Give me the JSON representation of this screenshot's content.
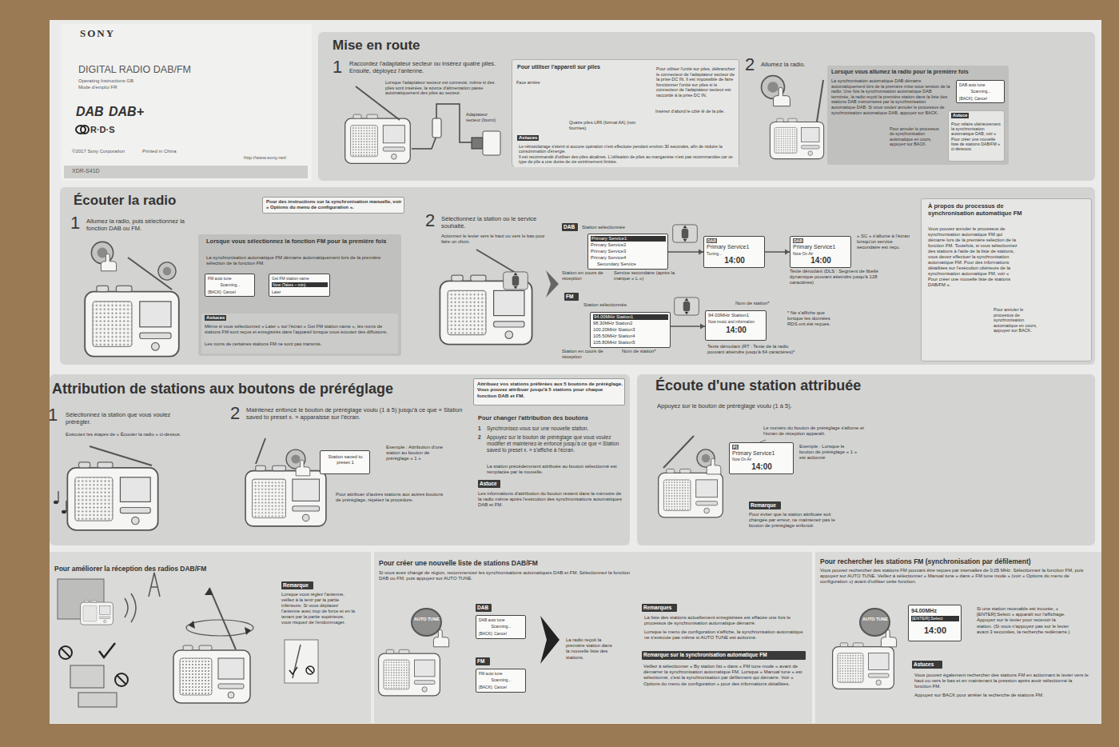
{
  "diagram": {
    "title": "DIGITAL RADIO DAB/FM",
    "nodes": [
      {
        "text": [
          "XDR-S41D"
        ]
      },
      {
        "text": [
          "Mise en route"
        ]
      },
      {
        "text": [
          "Pour utiliser l'appareil sur piles",
          "Pour utiliser l'unité sur piles, débranchez le connecteur de l'adaptateur secteur de la prise DC IN. Il est impossible de faire fonctionner l'unité sur piles si le connecteur de l'adaptateur secteur est raccordé à la prise DC IN."
        ],
        "in": 1
      },
      {
        "text": [
          "Astuces",
          "Le rétroéclairage s'éteint si aucune opération n'est effectuée pendant environ 30 secondes, afin de réduire la consommation d'énergie.",
          "Il est recommandé d'utiliser des piles alcalines. L'utilisation de piles au manganèse n'est pas recommandée car ce type de pile a une durée de vie extrêmement limitée."
        ],
        "in": 2
      },
      {
        "text": [
          "Lorsque vous allumez la radio pour la première fois",
          "La synchronisation automatique DAB démarre automatiquement lors de la première mise sous tension de la radio. Une fois la synchronisation automatique DAB terminée, la radio reçoit la première station dans la liste des stations DAB mémorisées par la synchronisation automatique DAB. Si vous voulez annuler le processus de synchronisation automatique DAB, appuyez sur BACK."
        ],
        "in": 1
      },
      {
        "text": [
          "DAB auto tune",
          "Scanning...",
          "[BACK]: Cancel"
        ],
        "in": 4
      },
      {
        "text": [
          "Astuce",
          "Pour refaire ultérieurement la synchronisation automatique DAB, voir « Pour créer une nouvelle liste de stations DAB/FM » ci-dessous."
        ],
        "in": 4
      },
      {
        "text": [
          "Écouter la radio"
        ]
      },
      {
        "text": [
          "Pour des instructions sur la synchronisation manuelle, voir « Options du menu de configuration »."
        ],
        "in": 7
      },
      {
        "text": [
          "Lorsque vous sélectionnez la fonction FM pour la première fois",
          "La synchronisation automatique FM démarre automatiquement lors de la première sélection de la fonction FM."
        ],
        "in": 7
      },
      {
        "text": [
          "FM auto tune",
          "Scanning...",
          "[BACK]: Cancel"
        ],
        "in": 9
      },
      {
        "text": [
          "Get FM station name",
          "Now (Takes ~ min)",
          "Later"
        ],
        "in": 9
      },
      {
        "text": [
          "Astuces",
          "Même si vous sélectionnez « Later » sur l'écran « Get FM station name », les noms de stations FM sont reçus et enregistrés dans l'appareil lorsque vous écoutez des diffusions.",
          "Les noms de certaines stations FM ne sont pas transmis."
        ],
        "in": 9
      },
      {
        "text": [
          "DAB"
        ],
        "in": 7
      },
      {
        "text": [
          "Primary Service1",
          "Primary Service2",
          "Primary Service3",
          "Primary Service4",
          "Secondary Service"
        ],
        "in": 7
      },
      {
        "text": [
          "DAB",
          "Primary Service1",
          "Tuning...",
          "14:00"
        ],
        "in": 7
      },
      {
        "text": [
          "DAB",
          "Primary Service1",
          "Now On Air",
          "14:00"
        ],
        "in": 7
      },
      {
        "text": [
          "FM"
        ],
        "in": 7
      },
      {
        "text": [
          "94.00MHz Station1",
          "98.30MHz Station2",
          "100.20MHz Station3",
          "105.50MHz Station4",
          "105.80MHz Station5"
        ],
        "in": 7
      },
      {
        "text": [
          "94.00MHz Station1",
          "Now music and information",
          "14:00"
        ],
        "in": 7
      },
      {
        "text": [
          "À propos du processus de synchronisation automatique FM",
          "Vous pouvez annuler le processus de synchronisation automatique FM qui démarre lors de la première sélection de la fonction FM. Toutefois, si vous sélectionnez des stations à l'aide de la liste de stations, vous devez effectuer la synchronisation automatique FM. Pour des informations détaillées sur l'exécution ultérieure de la synchronisation automatique FM, voir « Pour créer une nouvelle liste de stations DAB/FM »."
        ],
        "in": 7
      },
      {
        "text": [
          "Attribution de stations aux boutons de préréglage"
        ]
      },
      {
        "text": [
          "Attribuez vos stations préférées aux 5 boutons de préréglage. Vous pouvez attribuer jusqu'à 5 stations pour chaque fonction DAB et FM."
        ],
        "in": 21
      },
      {
        "text": [
          "Station saved to preset 1"
        ],
        "in": 21
      },
      {
        "text": [
          "Astuce"
        ],
        "in": 21
      },
      {
        "text": [
          "Écoute d'une station attribuée"
        ]
      },
      {
        "text": [
          "P1",
          "Primary Service1",
          "Now On Air",
          "14:00"
        ],
        "in": 25
      },
      {
        "text": [
          "Remarque"
        ],
        "in": 25
      },
      {
        "text": [
          "Pour améliorer la réception des radios DAB/FM"
        ]
      },
      {
        "text": [
          "Remarque"
        ],
        "in": 28
      },
      {
        "text": [
          "Pour créer une nouvelle liste de stations DAB/FM"
        ]
      },
      {
        "text": [
          "AUTO TUNE"
        ],
        "in": 30
      },
      {
        "text": [
          "DAB"
        ],
        "in": 30
      },
      {
        "text": [
          "DAB auto tune",
          "Scanning...",
          "[BACK]: Cancel"
        ],
        "in": 30
      },
      {
        "text": [
          "FM"
        ],
        "in": 30
      },
      {
        "text": [
          "FM auto tune",
          "Scanning...",
          "[BACK]: Cancel"
        ],
        "in": 30
      },
      {
        "text": [
          "Remarques"
        ],
        "in": 30
      },
      {
        "text": [
          "Remarque sur la synchronisation automatique FM"
        ],
        "in": 30
      },
      {
        "text": [
          "Pour rechercher les stations FM (synchronisation par défilement)"
        ]
      },
      {
        "text": [
          "AUTO TUNE"
        ],
        "in": 38
      },
      {
        "text": [
          "94.00MHz",
          "[ENTER]:Select",
          "14:00"
        ],
        "in": 38
      },
      {
        "text": [
          "Astuces"
        ],
        "in": 38
      }
    ],
    "edges": [
      {
        "from": 14,
        "to": 15,
        "arrow": "to"
      },
      {
        "from": 15,
        "to": 16,
        "arrow": "to"
      },
      {
        "from": 18,
        "to": 19,
        "arrow": "to"
      }
    ],
    "labels": [
      "SONY",
      "Operating Instructions GB",
      "Mode d'emploi FR",
      "DAB",
      "DAB+",
      "R·D·S",
      "©2017 Sony Corporation",
      "Printed in China",
      "http://www.sony.net/",
      "1",
      "Raccordez l'adaptateur secteur ou insérez quatre piles. Ensuite, déployez l'antenne.",
      "Lorsque l'adaptateur secteur est connecté, même si des piles sont insérées, la source d'alimentation passe automatiquement des piles au secteur.",
      "Adaptateur secteur (fourni)",
      "Face arrière",
      "Quatre piles LR6 (format AA) (non fournies)",
      "Insérez d'abord le côté ⊖ de la pile.",
      "2",
      "Allumez la radio.",
      "Pour annuler le processus de synchronisation automatique en cours, appuyez sur BACK.",
      "1",
      "Allumez la radio, puis sélectionnez la fonction DAB ou FM.",
      "2",
      "Sélectionnez la station ou le service souhaité.",
      "Actionnez le levier vers le haut ou vers le bas pour faire un choix.",
      "Station sélectionnée",
      "Station en cours de réception",
      "Service secondaire (après la marque « L »)",
      "« SC » s'allume à l'écran lorsqu'un service secondaire est reçu.",
      "Texte déroulant (DLS : Segment de libellé dynamique pouvant atteindre jusqu'à 128 caractères)",
      "Station sélectionnée",
      "Station en cours de réception",
      "Nom de station*",
      "Nom de station*",
      "Texte déroulant (RT : Texte de la radio pouvant atteindre jusqu'à 64 caractères)*",
      "* Ne s'affiche que lorsque les données RDS ont été reçues.",
      "Pour annuler le processus de synchronisation automatique en cours, appuyez sur BACK.",
      "1",
      "Sélectionnez la station que vous voulez prérégler.",
      "Exécutez les étapes de « Écouter la radio » ci-dessus.",
      "2",
      "Maintenez enfoncé le bouton de préréglage voulu (1 à 5) jusqu'à ce que « Station saved to preset x. » apparaisse sur l'écran.",
      "Exemple : Attribution d'une station au bouton de préréglage « 1 »",
      "Pour attribuer d'autres stations aux autres boutons de préréglage, répétez la procédure.",
      "Pour changer l'attribution des boutons",
      "1",
      "Synchronisez-vous sur une nouvelle station.",
      "2",
      "Appuyez sur le bouton de préréglage que vous voulez modifier et maintenez-le enfoncé jusqu'à ce que « Station saved to preset x. » s'affiche à l'écran.",
      "La station précédemment attribuée au bouton sélectionné est remplacée par la nouvelle.",
      "Les informations d'attribution du bouton restent dans la mémoire de la radio même après l'exécution des synchronisations automatiques DAB et FM.",
      "Appuyez sur le bouton de préréglage voulu (1 à 5).",
      "Le numéro du bouton de préréglage s'allume et l'écran de réception apparaît.",
      "Exemple : Lorsque le bouton de préréglage « 1 » est actionné",
      "Pour éviter que la station attribuée soit changée par erreur, ne maintenez pas le bouton de préréglage enfoncé.",
      "Lorsque vous réglez l'antenne, veillez à la tenir par la partie inférieure. Si vous déplacez l'antenne avec trop de force et en la tenant par la partie supérieure, vous risquez de l'endommager.",
      "Si vous avez changé de région, recommencez les synchronisations automatiques DAB et FM. Sélectionnez la fonction DAB ou FM, puis appuyez sur AUTO TUNE.",
      "La radio reçoit la première station dans la nouvelle liste des stations.",
      "La liste des stations actuellement enregistrées est effacée une fois le processus de synchronisation automatique démarré.",
      "Lorsque le menu de configuration s'affiche, la synchronisation automatique ne s'exécute pas même si AUTO TUNE est actionné.",
      "Veillez à sélectionner « By station list » dans « FM tune mode » avant de démarrer la synchronisation automatique FM. Lorsque « Manual tune » est sélectionné, c'est la synchronisation par défilement qui démarre. Voir « Options du menu de configuration » pour des informations détaillées.",
      "Vous pouvez rechercher des stations FM pouvant être reçues par intervalles de 0,05 MHz. Sélectionnez la fonction FM, puis appuyez sur AUTO TUNE. Veillez à sélectionner « Manual tune » dans « FM tune mode » (voir « Options du menu de configuration ») avant d'utiliser cette fonction.",
      "Si une station recevable est trouvée, « [ENTER]:Select » apparaît sur l'affichage. Appuyez sur le levier pour recevoir la station. (Si vous n'appuyez pas sur le levier avant 3 secondes, la recherche redémarre.)",
      "Vous pouvez également rechercher des stations FM en actionnant le levier vers le haut ou vers le bas et en maintenant la pression après avoir sélectionné la fonction FM.",
      "Appuyez sur BACK pour arrêter la recherche de stations FM."
    ]
  }
}
